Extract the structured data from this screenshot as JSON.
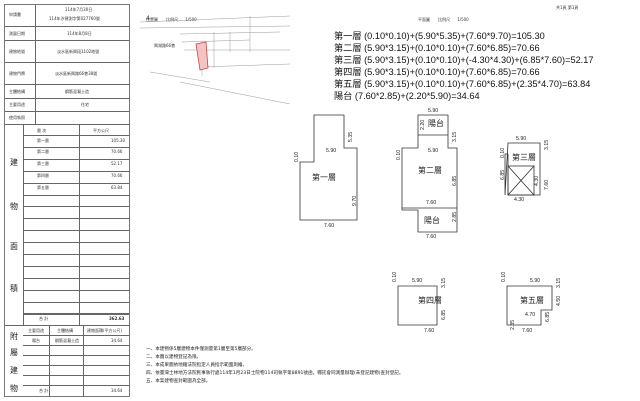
{
  "header_left": {
    "application_date_label": "申請書",
    "application_date": "114年7月30日",
    "application_no": "114年汐建測字第027760號",
    "survey_date_label": "測量日期",
    "survey_date": "114年8月8日",
    "building_no_label": "建物地號",
    "building_no": "淡水區新興段1102地號",
    "address_label": "建物門牌",
    "address": "淡水區新興路66巷38號",
    "structure_label": "主體結構",
    "structure": "鋼筋混凝土造",
    "use_label": "主要用途",
    "use": "住宅",
    "license_label": "使用執照"
  },
  "floor_table": {
    "col_floor": "層 次",
    "col_area": "平方公尺",
    "side_label_chars": [
      "建",
      "物",
      "面",
      "積"
    ],
    "rows": [
      {
        "floor": "第一層",
        "area": "105.30"
      },
      {
        "floor": "第二層",
        "area": "70.66"
      },
      {
        "floor": "第三層",
        "area": "52.17"
      },
      {
        "floor": "第四層",
        "area": "70.66"
      },
      {
        "floor": "第五層",
        "area": "63.84"
      }
    ],
    "total_label": "合 計",
    "total": "362.63"
  },
  "annex_table": {
    "side_label_chars": [
      "附",
      "屬",
      "建",
      "物"
    ],
    "col_use": "主要用途",
    "col_structure": "主體結構",
    "col_area": "建物面積(平方公尺)",
    "rows": [
      {
        "use": "陽台",
        "structure": "鋼筋混凝土造",
        "area": "34.64"
      }
    ],
    "total_label": "合 計",
    "total": "34.64"
  },
  "location_map": {
    "title": "位置圖",
    "scale_label": "比例尺",
    "scale": "1/500",
    "parcel_label": "興湖路66巷"
  },
  "plan_header": {
    "title": "平面圖",
    "scale_label": "比例尺",
    "scale": "1/500",
    "pages": "共1頁 第1頁"
  },
  "formulas": [
    "第一層 (0.10*0.10)+(5.90*5.35)+(7.60*9.70)=105.30",
    "第二層 (5.90*3.15)+(0.10*0.10)+(7.60*6.85)=70.66",
    "第三層 (5.90*3.15)+(0.10*0.10)+(-4.30*4.30)+(6.85*7.60)=52.17",
    "第四層 (5.90*3.15)+(0.10*0.10)+(7.60*6.85)=70.66",
    "第五層 (5.90*3.15)+(0.10*0.10)+(7.60*6.85)+(2.35*4.70)=63.84",
    "陽台 (7.60*2.85)+(2.20*5.90)=34.64"
  ],
  "plans": {
    "f1": {
      "label": "第一層",
      "d_top": "5.90",
      "d_right": "5.35",
      "d_left": "0.10",
      "d_mid": "9.70",
      "d_bottom": "7.60"
    },
    "f2": {
      "label": "第二層",
      "balcony": "陽台",
      "balcony2": "陽台",
      "d_top": "5.90",
      "d_tl": "2.20",
      "d_r1": "3.15",
      "d_mid": "5.90",
      "d_left": "0.10",
      "d_r2": "6.85",
      "d_b1": "7.60",
      "d_r3": "2.85",
      "d_bottom": "7.60"
    },
    "f3": {
      "label": "第三層",
      "d_top": "5.90",
      "d_r1": "3.15",
      "d_left": "0.10",
      "d_l2": "6.85",
      "d_r2": "4.30",
      "d_b1": "4.30",
      "d_r3": "7.60"
    },
    "f4": {
      "label": "第四層",
      "d_top": "5.90",
      "d_r1": "3.15",
      "d_left": "0.10",
      "d_r2": "6.85",
      "d_bottom": "7.60"
    },
    "f5": {
      "label": "第五層",
      "d_top": "5.90",
      "d_r1": "3.15",
      "d_left": "0.10",
      "d_r2": "4.50",
      "d_b1": "4.70",
      "d_l2": "2.35",
      "d_bottom": "7.60",
      "d_r3": "6.85"
    }
  },
  "notes": [
    "一、本建物係5層建物本件僅測量第1層至第5層部分。",
    "二、本圖以建物登記為限。",
    "三、本成果圖依地籍法院指定人員指示範圍測繪。",
    "四、依臺灣士林地方法院民事執行處114年1月23日士院物114司執字第8891號函，囑託會同測量辦理(未登記建物)查封登記。",
    "五、本案建物查封範圍為全部。"
  ]
}
